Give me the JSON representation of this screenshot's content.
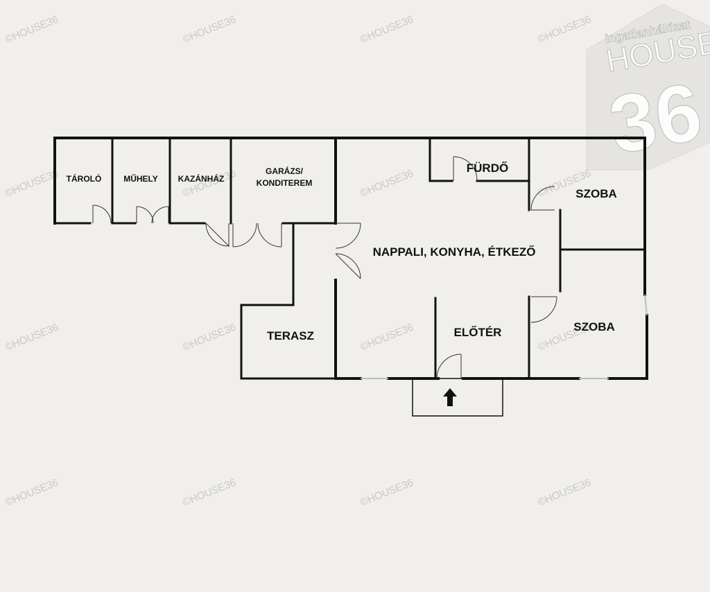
{
  "rooms": {
    "tarolo": "TÁROLÓ",
    "muhely": "MŰHELY",
    "kazanhaz": "KAZÁNHÁZ",
    "garazs_1": "GARÁZS/",
    "garazs_2": "KONDITEREM",
    "furdo": "FÜRDŐ",
    "szoba_1": "SZOBA",
    "nappali": "NAPPALI, KONYHA, ÉTKEZŐ",
    "szoba_2": "SZOBA",
    "terasz": "TERASZ",
    "eloter": "ELŐTÉR"
  },
  "watermark": {
    "text": "©HOUSE36"
  },
  "logo": {
    "tagline": "ingatlanhálózat",
    "word": "HOUSE",
    "number": "36"
  },
  "colors": {
    "background": "#f0efec",
    "wall": "#111111",
    "watermark": "#c9c8c4"
  }
}
